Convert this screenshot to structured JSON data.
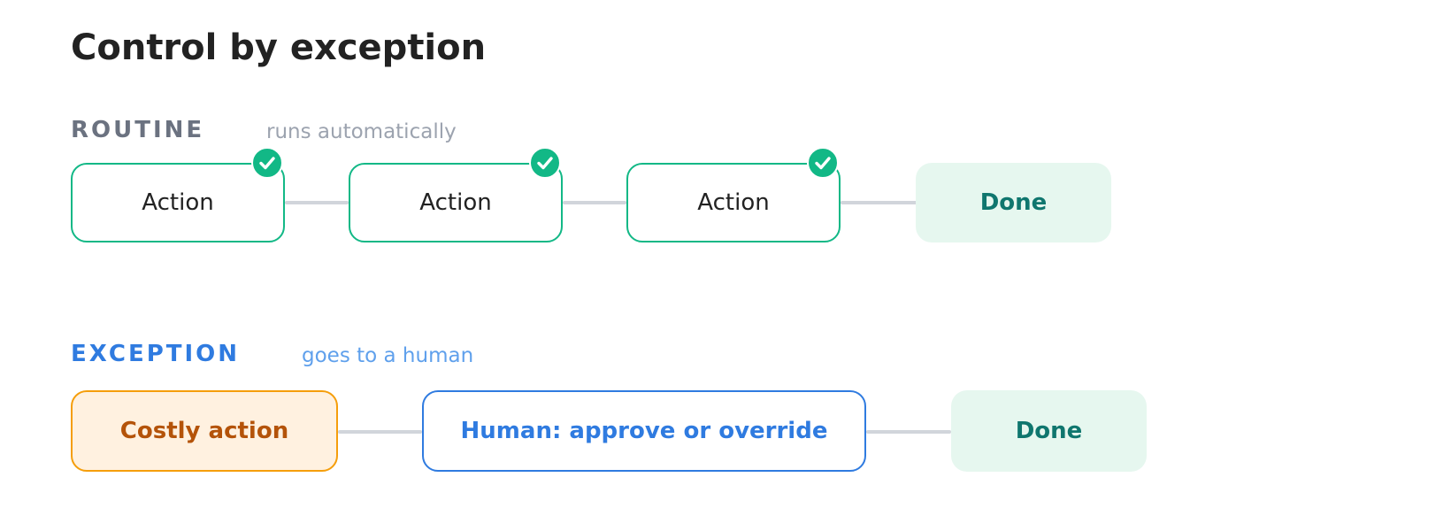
{
  "title": "Control by exception",
  "colors": {
    "routine_accent": "#12b886",
    "exception_accent": "#2f7be0",
    "costly_accent": "#f59e0b",
    "done_text": "#0f766e",
    "connector": "#d1d5db"
  },
  "routine": {
    "label": "ROUTINE",
    "sublabel": "runs automatically",
    "actions": [
      {
        "label": "Action",
        "status_icon": "check-circle-icon"
      },
      {
        "label": "Action",
        "status_icon": "check-circle-icon"
      },
      {
        "label": "Action",
        "status_icon": "check-circle-icon"
      }
    ],
    "done_label": "Done"
  },
  "exception": {
    "label": "EXCEPTION",
    "sublabel": "goes to a human",
    "costly_label": "Costly action",
    "human_label": "Human: approve or override",
    "done_label": "Done"
  }
}
